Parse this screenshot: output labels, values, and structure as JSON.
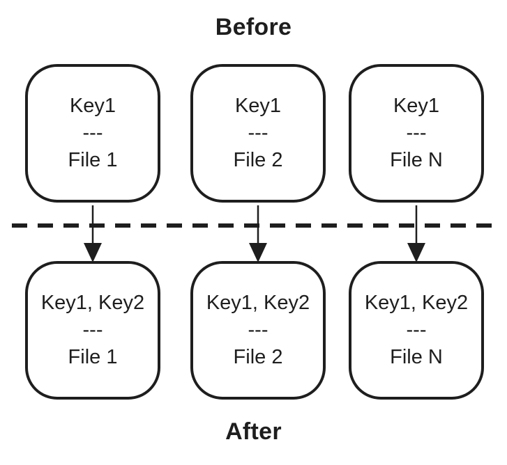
{
  "diagram": {
    "before_label": "Before",
    "after_label": "After",
    "colors": {
      "line": "#1e1e1e",
      "text": "#1e1e1e",
      "background": "#ffffff"
    },
    "before_boxes": [
      {
        "keys": "Key1",
        "separator": "---",
        "file": "File 1"
      },
      {
        "keys": "Key1",
        "separator": "---",
        "file": "File 2"
      },
      {
        "keys": "Key1",
        "separator": "---",
        "file": "File N"
      }
    ],
    "after_boxes": [
      {
        "keys": "Key1, Key2",
        "separator": "---",
        "file": "File 1"
      },
      {
        "keys": "Key1, Key2",
        "separator": "---",
        "file": "File 2"
      },
      {
        "keys": "Key1, Key2",
        "separator": "---",
        "file": "File N"
      }
    ]
  }
}
